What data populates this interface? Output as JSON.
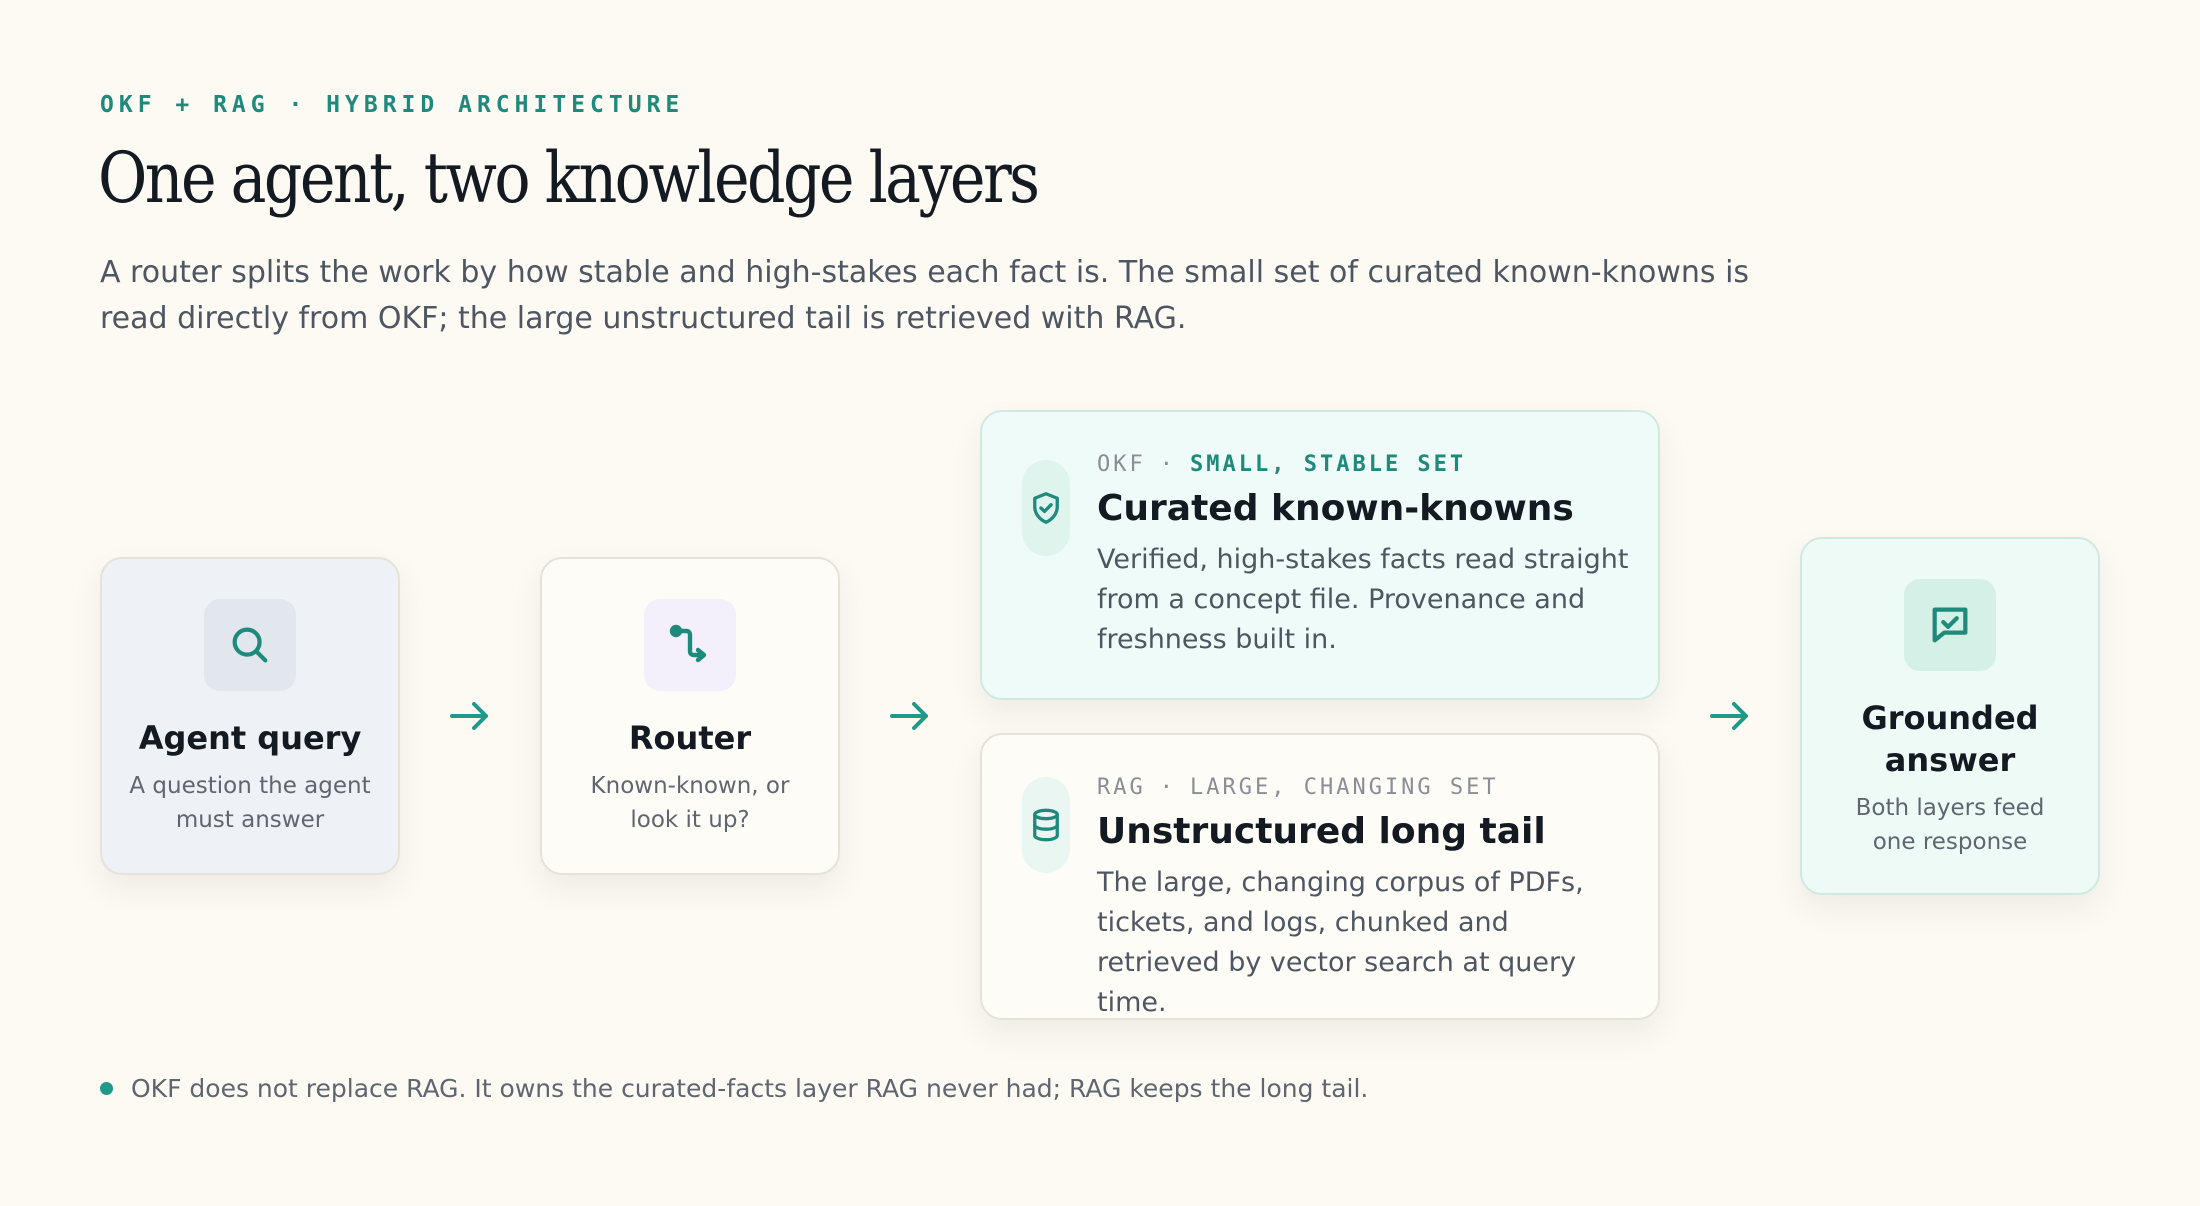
{
  "header": {
    "eyebrow": "OKF + RAG · HYBRID ARCHITECTURE",
    "title": "One agent, two knowledge layers",
    "subtitle": "A router splits the work by how stable and high-stakes each fact is. The small set of curated known-knowns is read directly from OKF; the large unstructured tail is retrieved with RAG."
  },
  "nodes": {
    "query": {
      "icon": "search-icon",
      "title": "Agent query",
      "desc": "A question the agent must answer"
    },
    "router": {
      "icon": "route-icon",
      "title": "Router",
      "desc": "Known-known, or look it up?"
    },
    "okf": {
      "icon": "shield-check-icon",
      "layer": "OKF",
      "separator": "·",
      "kind": "SMALL, STABLE SET",
      "title": "Curated known-knowns",
      "desc": "Verified, high-stakes facts read straight from a concept file. Provenance and freshness built in."
    },
    "rag": {
      "icon": "database-icon",
      "layer": "RAG",
      "separator": "·",
      "kind": "LARGE, CHANGING SET",
      "title": "Unstructured long tail",
      "desc": "The large, changing corpus of PDFs, tickets, and logs, chunked and retrieved by vector search at query time."
    },
    "answer": {
      "icon": "message-check-icon",
      "title": "Grounded answer",
      "desc": "Both layers feed one response"
    }
  },
  "footnote": "OKF does not replace RAG. It owns the curated-facts layer RAG never had; RAG keeps the long tail.",
  "colors": {
    "accent": "#1f8a7c",
    "background": "#fdfaf4",
    "okf_card": "#effbf8",
    "query_card": "#eef1f5"
  }
}
